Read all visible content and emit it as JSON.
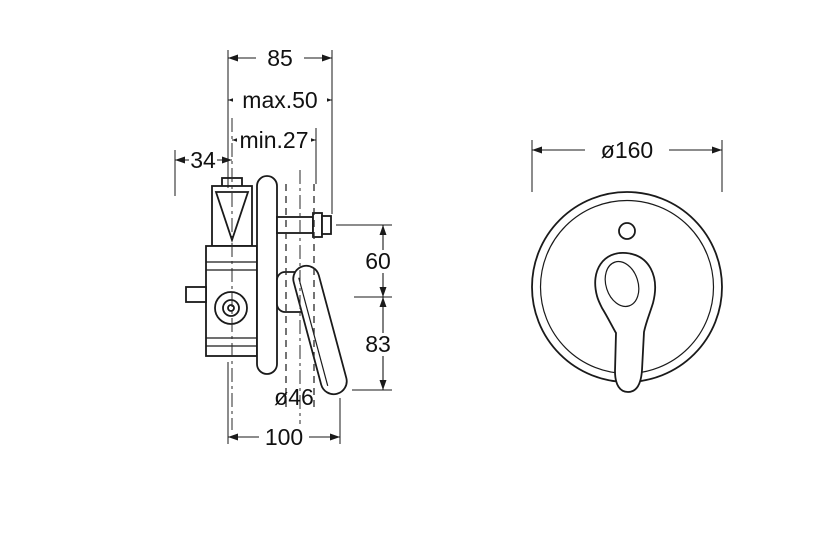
{
  "dimensions": {
    "overall_depth": "85",
    "max_recess": "max.50",
    "min_recess": "min.27",
    "body_offset": "34",
    "outlet_spacing": "60",
    "handle_clearance": "83",
    "pipe_diameter": "ø46",
    "overall_width": "100",
    "plate_diameter": "ø160"
  },
  "colors": {
    "line": "#1a1a1a",
    "background": "#ffffff"
  }
}
